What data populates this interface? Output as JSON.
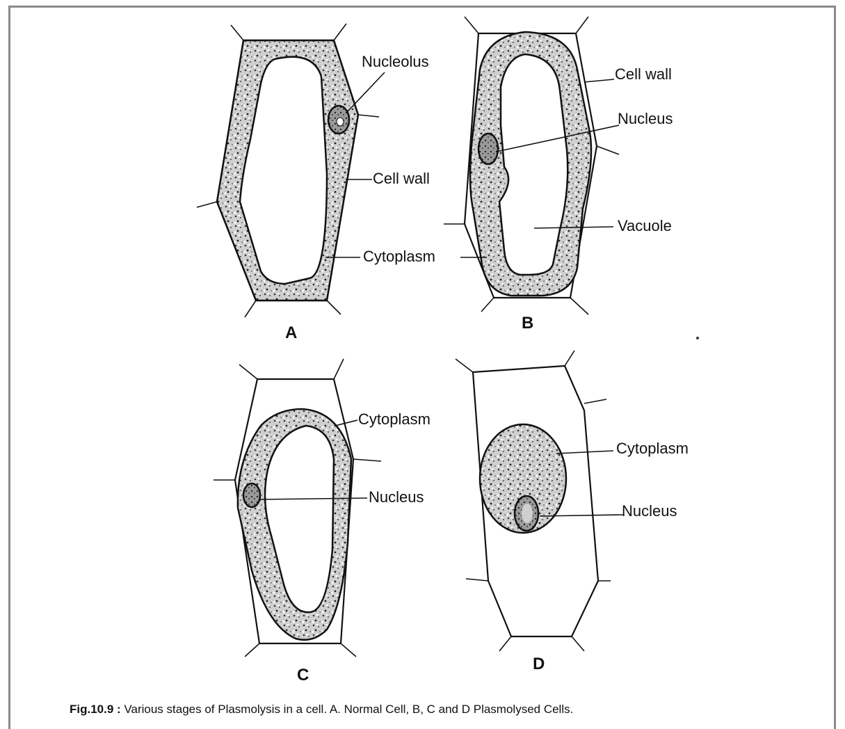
{
  "figure": {
    "caption_label": "Fig.10.9 :",
    "caption_text": " Various stages of Plasmolysis in a cell. A. Normal Cell, B, C and D Plasmolysed Cells."
  },
  "panels": [
    {
      "id": "A",
      "labels": [
        "Nucleolus",
        "Cell wall",
        "Cytoplasm"
      ]
    },
    {
      "id": "B",
      "labels": [
        "Cell wall",
        "Nucleus",
        "Vacuole",
        "Cytoplasm"
      ]
    },
    {
      "id": "C",
      "labels": [
        "Cytoplasm",
        "Nucleus"
      ]
    },
    {
      "id": "D",
      "labels": [
        "Cytoplasm",
        "Nucleus"
      ]
    }
  ]
}
